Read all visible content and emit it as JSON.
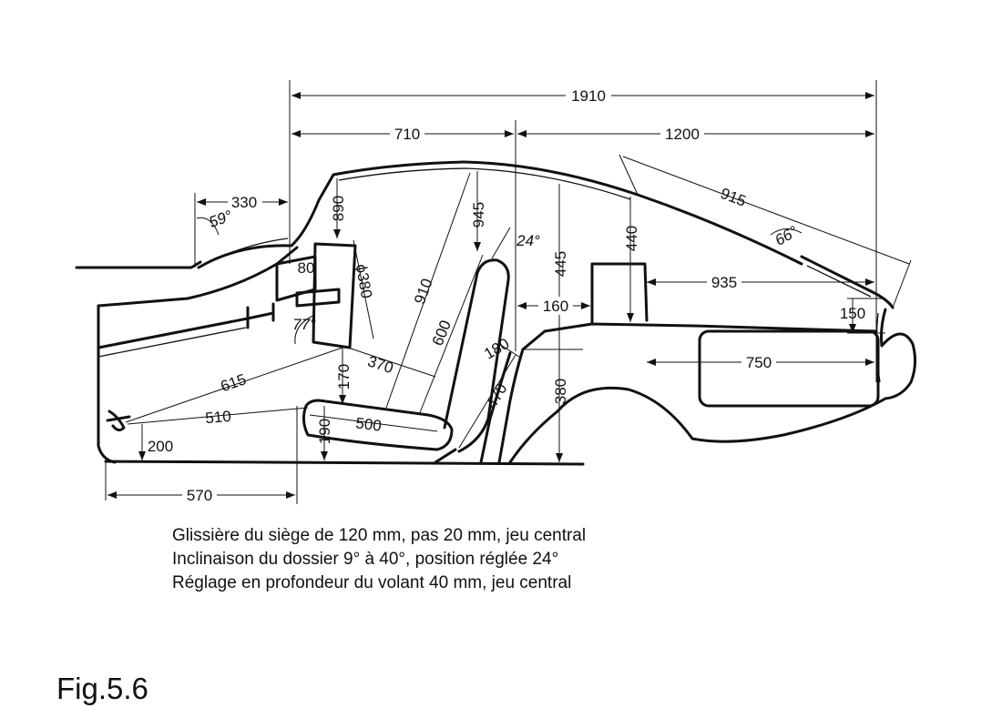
{
  "figure": {
    "label": "Fig.5.6",
    "caption_lines": [
      "Glissière du siège de 120 mm, pas 20 mm, jeu central",
      "Inclinaison du dossier 9° à 40°, position réglée 24°",
      "Réglage en profondeur du volant 40 mm, jeu central"
    ]
  },
  "dimensions": {
    "overall_length": "1910",
    "front_length": "710",
    "rear_length": "1200",
    "rear_window": "915",
    "hood_offset": "330",
    "roof_to_wheel": "890",
    "wheel_height": "80",
    "wheel_diameter": "ϕ380",
    "roof_to_seat": "945",
    "roof_pillar": "445",
    "parcel_height": "440",
    "rear_depth": "935",
    "bumper_height": "150",
    "trunk_length": "750",
    "pedal_offset": "160",
    "eye_to_floor": "910",
    "back_height": "600",
    "hip_to_wheel": "370",
    "seat_to_wheel": "170",
    "seat_height": "190",
    "seat_length": "500",
    "pedal_reach": "615",
    "leg_reach": "510",
    "heel_height": "200",
    "heel_to_seat": "570",
    "back_thickness": "180",
    "back_diag": "470",
    "rear_floor": "380"
  },
  "angles": {
    "windshield": "59°",
    "wheel": "77°",
    "seatback": "24°",
    "rear_window": "66°"
  }
}
